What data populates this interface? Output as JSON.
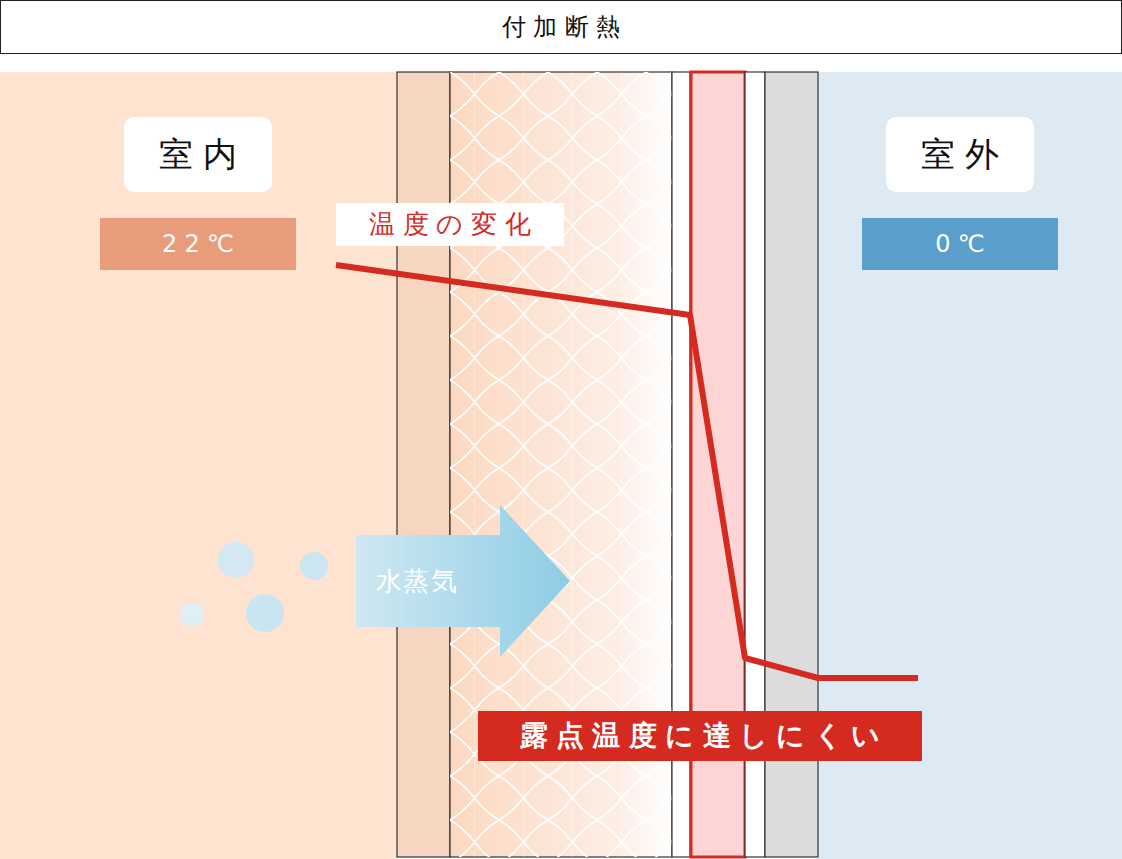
{
  "diagram": {
    "title": "付加断熱",
    "nodes": [
      {
        "text": [
          "室内"
        ]
      },
      {
        "text": [
          "室外"
        ]
      },
      {
        "text": [
          "温度の変化"
        ]
      },
      {
        "text": [
          "22℃"
        ]
      },
      {
        "text": [
          "0℃"
        ]
      },
      {
        "text": [
          "水蒸気"
        ]
      },
      {
        "text": [
          "露点温度に達しにくい"
        ]
      }
    ]
  }
}
